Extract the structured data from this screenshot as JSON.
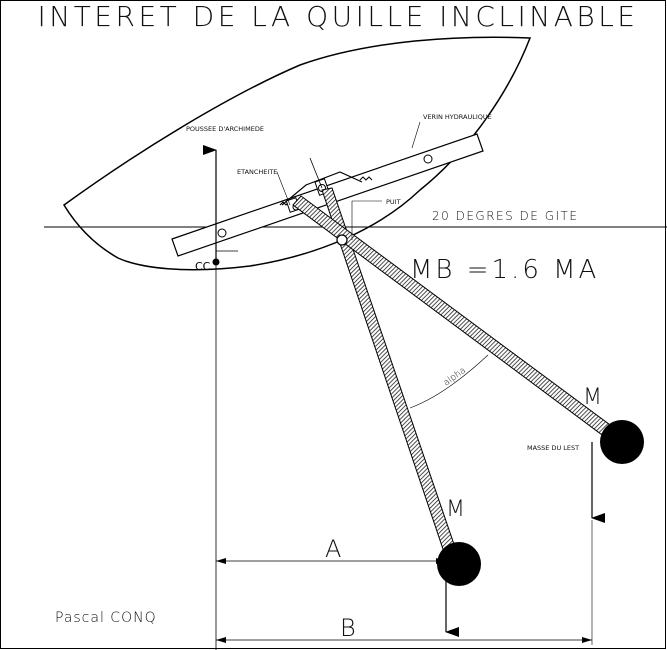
{
  "title": "INTERET DE LA QUILLE INCLINABLE",
  "labels": {
    "poussee": "POUSSEE D'ARCHIMEDE",
    "verin": "VERIN HYDRAULIQUE",
    "etancheite": "ETANCHEITE",
    "puit": "PUIT",
    "gite": "20 DEGRES DE GITE",
    "cc": "CC",
    "formula": "MB =1.6 MA",
    "alpha": "alpha",
    "mass_upper": "M",
    "mass_lower": "M",
    "masse_du_lest": "MASSE DU LEST",
    "dim_a": "A",
    "dim_b": "B",
    "author": "Pascal  CONQ"
  },
  "colors": {
    "ink": "#000000",
    "keel_fill": "#555555",
    "background": "#ffffff"
  }
}
